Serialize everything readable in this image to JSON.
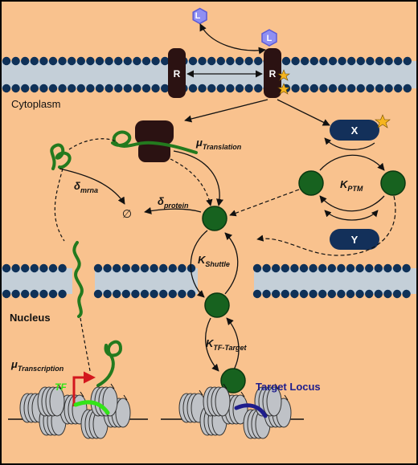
{
  "colors": {
    "cytoplasm": "#f9c28e",
    "membrane": "#c4cfd8",
    "bead": "#0f3158",
    "receptor": "#2b1212",
    "ligand": "#8f8ff2",
    "protein": "#17621f",
    "mrna": "#237a1e",
    "box": "#13305a",
    "star": "#f6b51f",
    "tf_text": "#33e418",
    "tf_arrow": "#d3171e",
    "target_text": "#1e1d8c",
    "nucleosome": "#bfc2c7"
  },
  "labels": {
    "ligand_top": "L",
    "ligand_bound": "L",
    "receptor_left": "R",
    "receptor_right": "R",
    "cytoplasm": "Cytoplasm",
    "nucleus": "Nucleus",
    "box_x": "X",
    "box_y": "Y",
    "empty_set": "∅",
    "tf": "TF",
    "target_locus": "Target Locus"
  },
  "rates": {
    "translation": {
      "symbol": "μ",
      "sub": "Translation"
    },
    "transcription": {
      "symbol": "μ",
      "sub": "Transcription"
    },
    "mrna_decay": {
      "symbol": "δ",
      "sub": "mrna"
    },
    "protein_decay": {
      "symbol": "δ",
      "sub": "protein"
    },
    "ptm": {
      "symbol": "K",
      "sub": "PTM"
    },
    "shuttle": {
      "symbol": "K",
      "sub": "Shuttle"
    },
    "tf_target": {
      "symbol": "K",
      "sub": "TF-Target"
    }
  }
}
